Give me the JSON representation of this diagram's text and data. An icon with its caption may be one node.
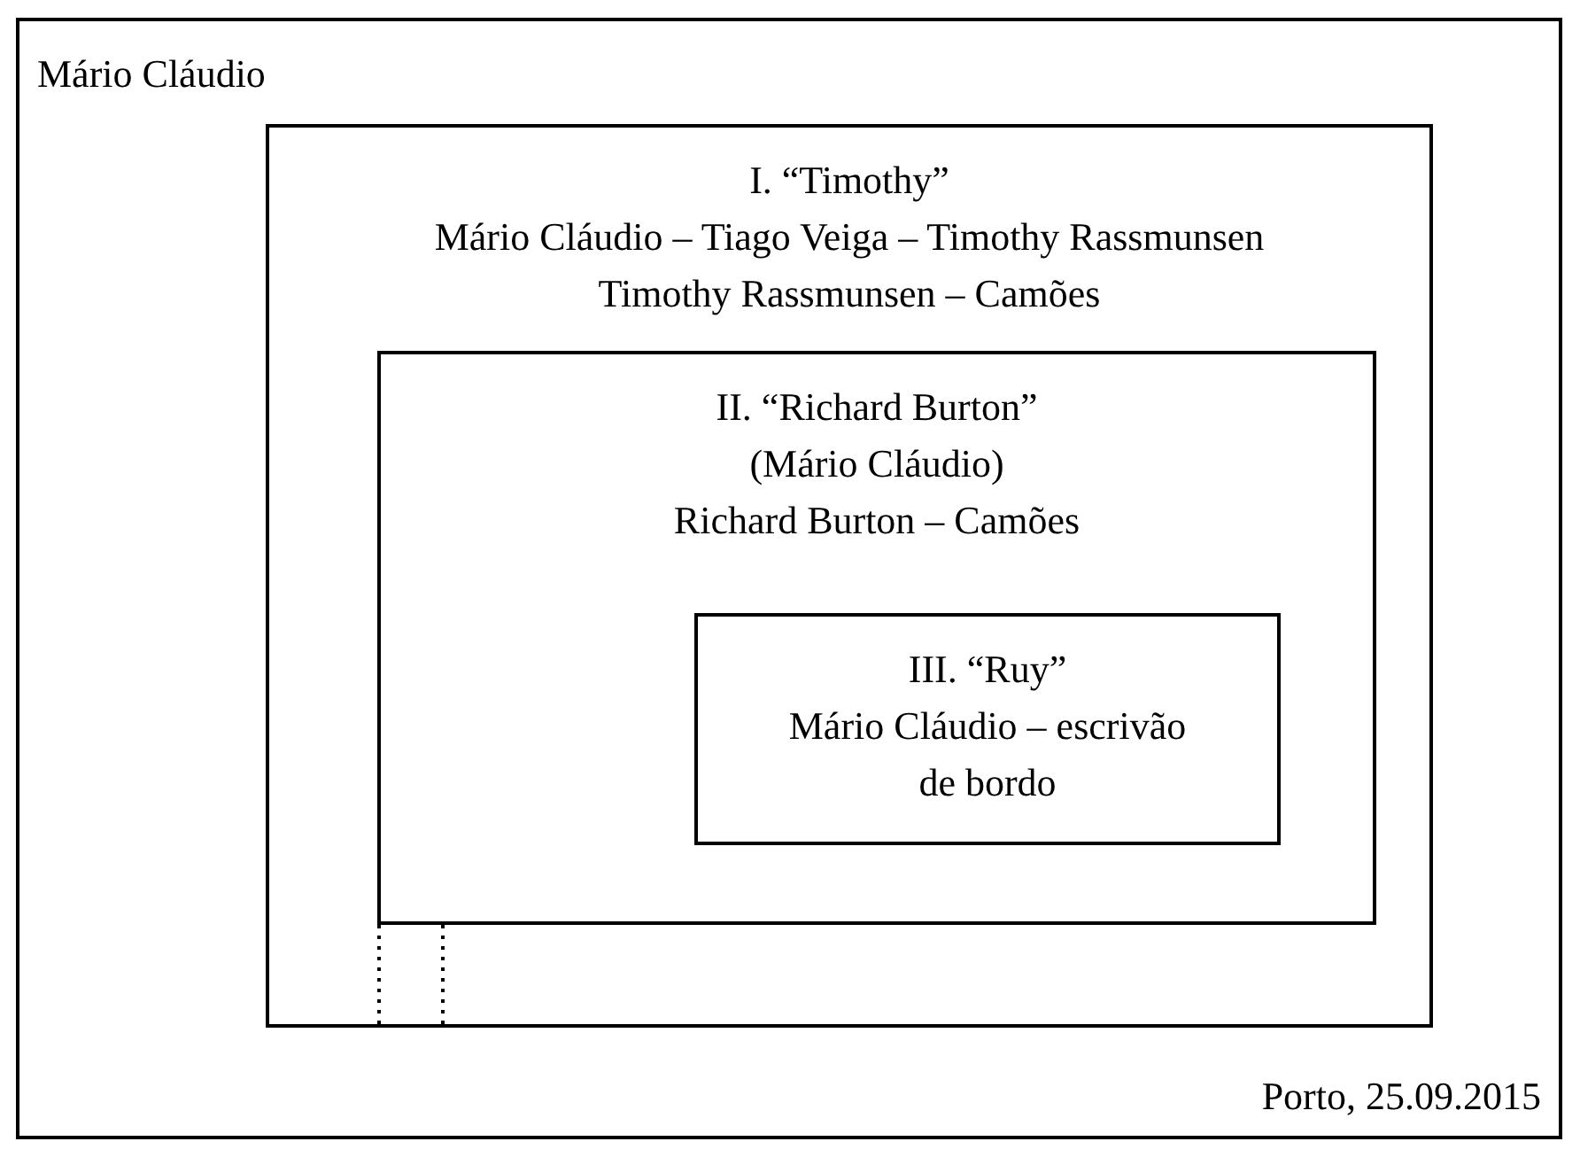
{
  "diagram": {
    "nodes": [
      {
        "text": [
          "Mário Cláudio",
          "Porto, 25.09.2015"
        ]
      },
      {
        "text": [
          "I. “Timothy”",
          "Mário Cláudio – Tiago Veiga – Timothy Rassmunsen",
          "Timothy Rassmunsen – Camões"
        ],
        "in": 0
      },
      {
        "text": [
          "II. “Richard Burton”",
          "(Mário Cláudio)",
          "Richard Burton – Camões"
        ],
        "in": 1
      },
      {
        "text": [
          "III. “Ruy”",
          "Mário Cláudio – escrivão de bordo"
        ],
        "in": 2
      }
    ],
    "edges": [
      {
        "from": 2,
        "to": 1,
        "arrow": "none",
        "style": "dashed"
      },
      {
        "from": 2,
        "to": 1,
        "arrow": "none",
        "style": "dashed"
      }
    ]
  }
}
